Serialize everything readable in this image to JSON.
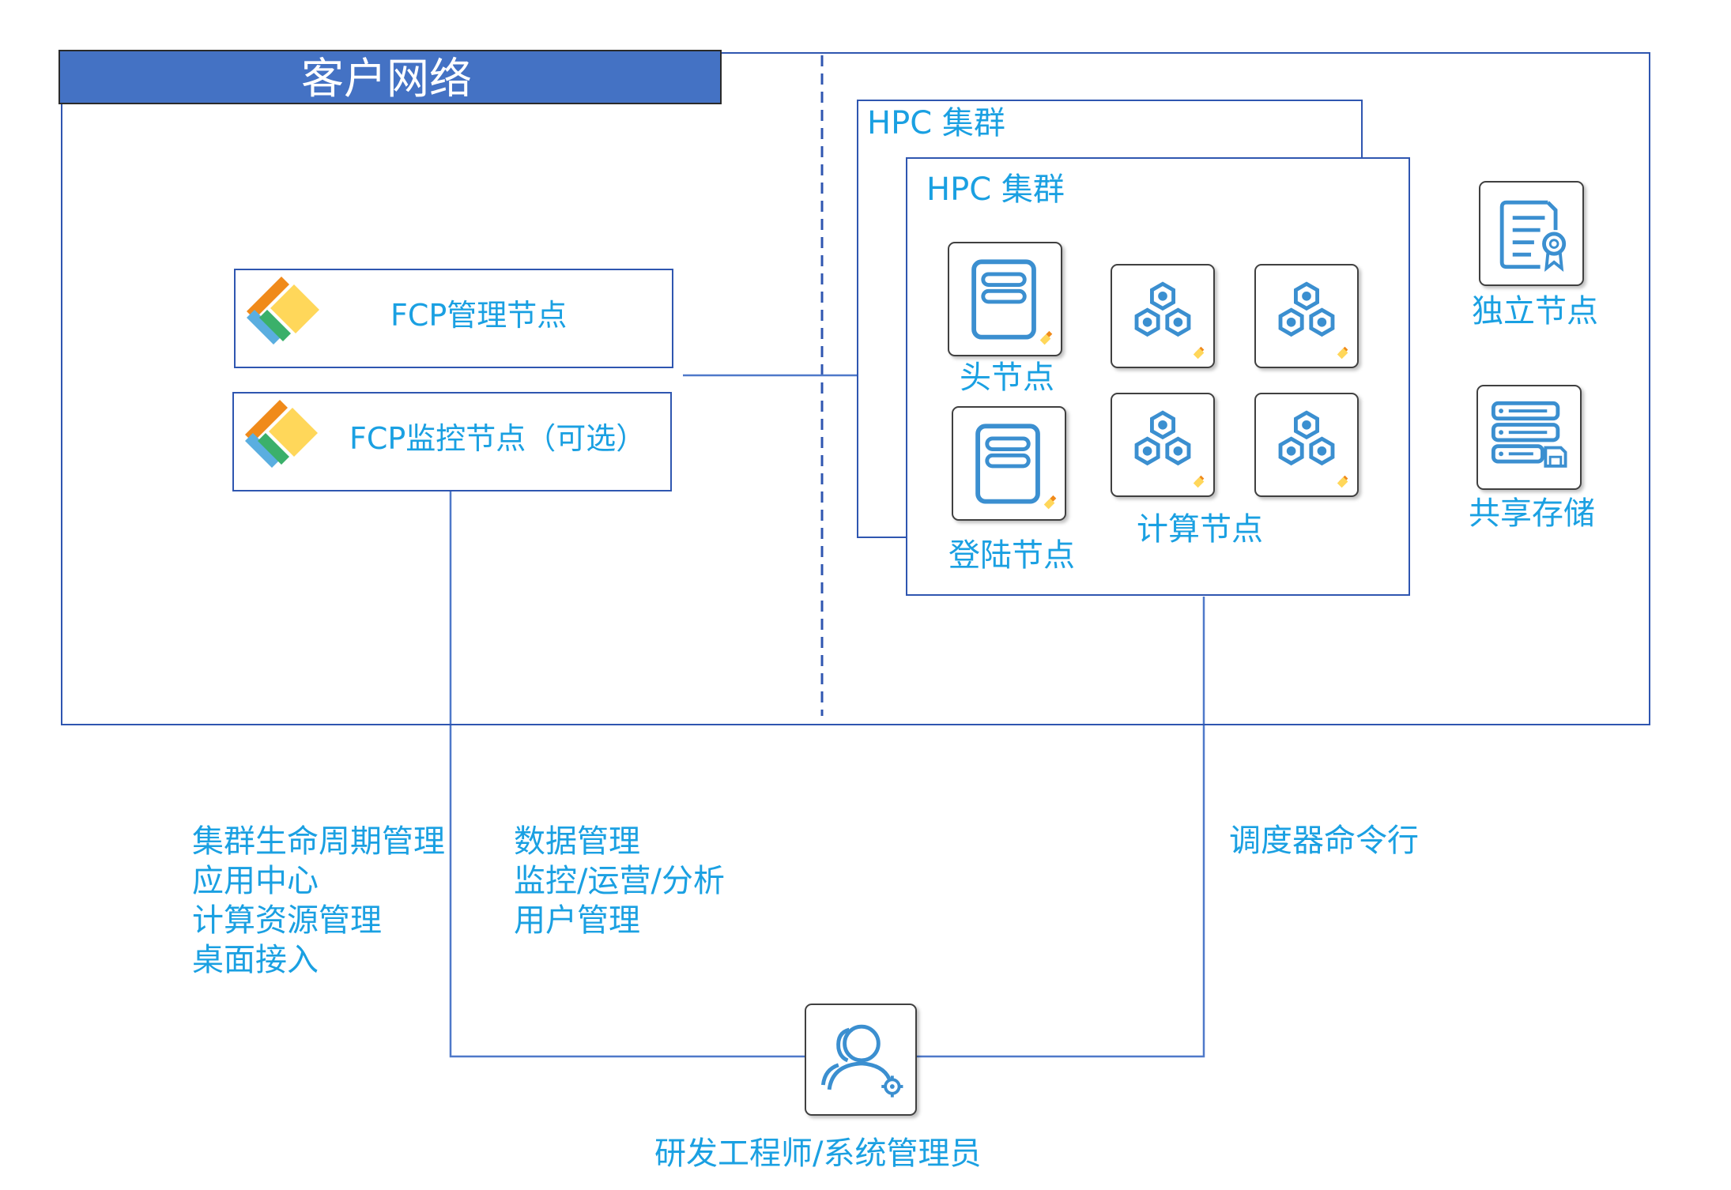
{
  "network": {
    "title": "客户网络"
  },
  "cluster_back": {
    "title": "HPC  集群"
  },
  "cluster_front": {
    "title": "HPC 集群"
  },
  "fcp_manage": {
    "label": "FCP管理节点"
  },
  "fcp_monitor": {
    "label": "FCP监控节点（可选）"
  },
  "nodes": {
    "head": "头节点",
    "login": "登陆节点",
    "compute": "计算节点",
    "standalone": "独立节点",
    "storage": "共享存储"
  },
  "left_features": [
    "集群生命周期管理",
    "应用中心",
    "计算资源管理",
    "桌面接入"
  ],
  "mid_features": [
    "数据管理",
    "监控/运营/分析",
    "用户管理"
  ],
  "scheduler": "调度器命令行",
  "user": "研发工程师/系统管理员",
  "colors": {
    "accent": "#1aa0e2",
    "border": "#2f56b0",
    "header_fill": "#4472c4",
    "icon": "#3b8fd0"
  },
  "icons": [
    "fcp-logo-icon",
    "server-icon",
    "hexagon-cluster-icon",
    "certificate-icon",
    "storage-icon",
    "users-gear-icon"
  ]
}
